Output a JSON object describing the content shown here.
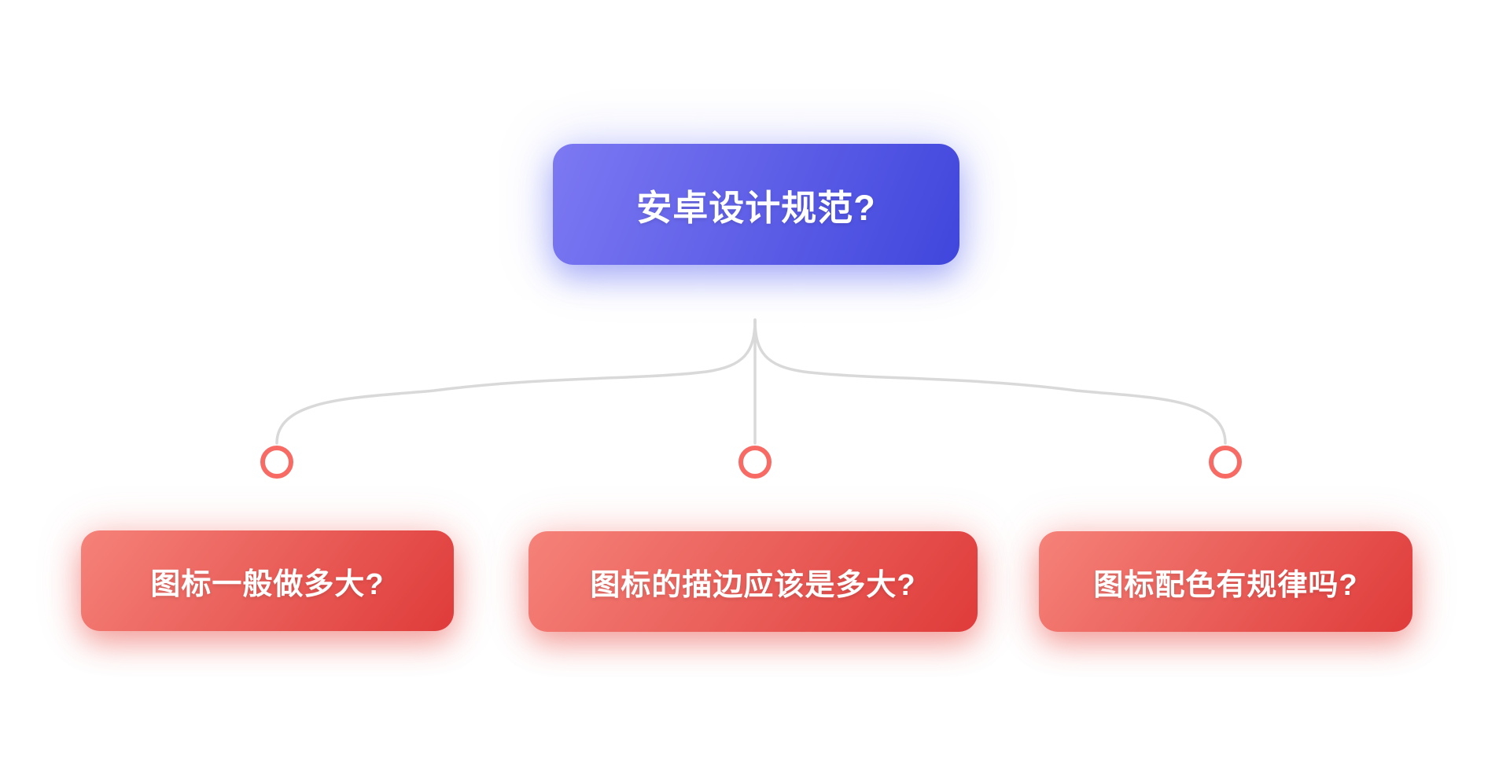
{
  "theme": {
    "root_gradient_from": "#7D79F3",
    "root_gradient_to": "#4046DC",
    "child_gradient_from": "#F58279",
    "child_gradient_to": "#DF3B3A",
    "connector": "#D9D9D9",
    "handle": "#F76B64",
    "node_text": "#FFFFFF",
    "canvas_bg": "#FFFFFF"
  },
  "mindmap": {
    "root": {
      "label": "安卓设计规范?"
    },
    "children": [
      {
        "label": "图标一般做多大?"
      },
      {
        "label": "图标的描边应该是多大?"
      },
      {
        "label": "图标配色有规律吗?"
      }
    ]
  }
}
